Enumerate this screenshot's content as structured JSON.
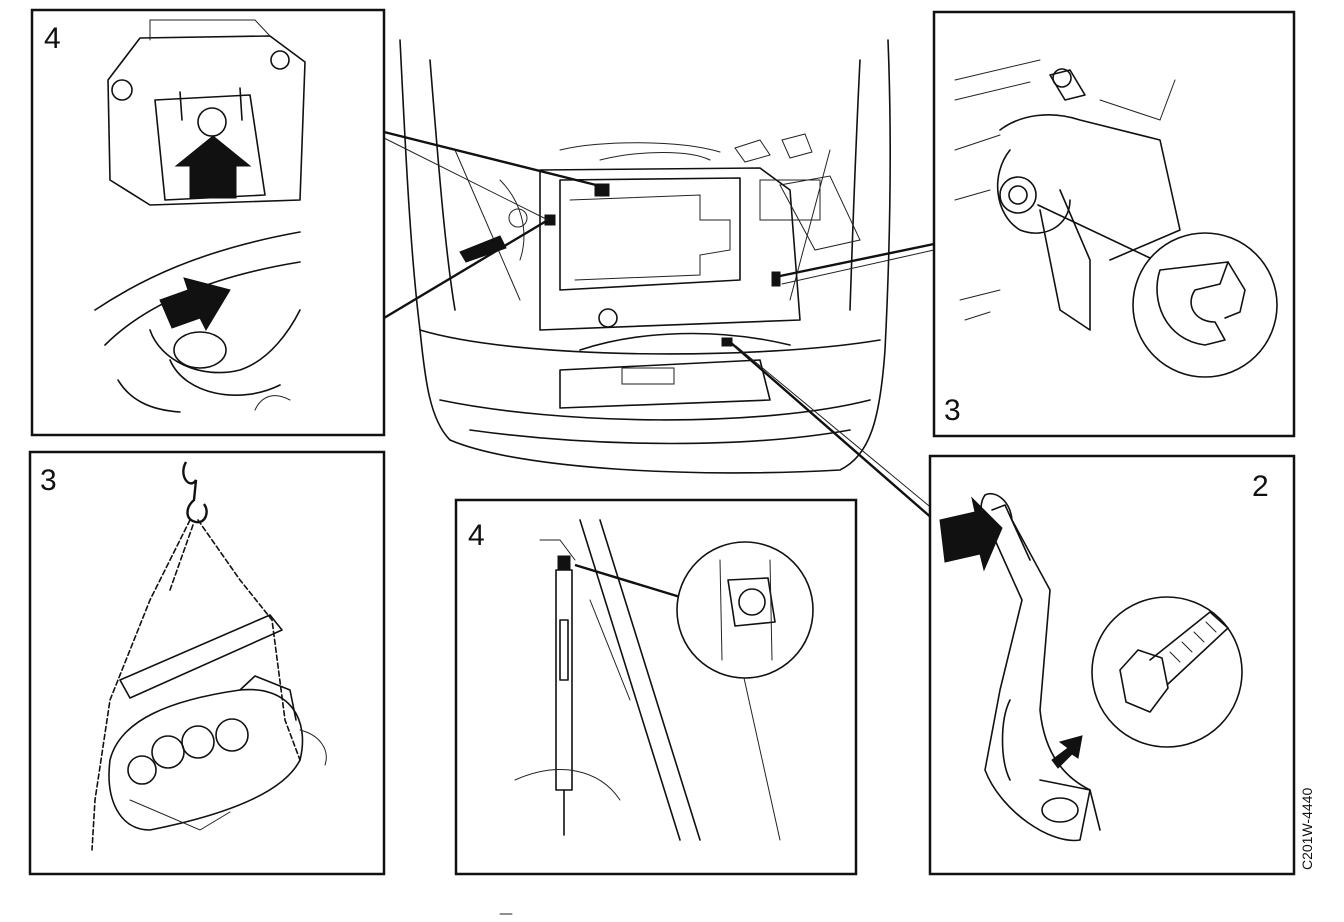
{
  "panels": {
    "top_left": {
      "number": "4"
    },
    "top_right": {
      "number": "3"
    },
    "bottom_left": {
      "number": "3"
    },
    "bottom_center": {
      "number": "4"
    },
    "bottom_right": {
      "number": "2"
    }
  },
  "figure_code": "C201W-4440",
  "icons": {
    "arrows": "solid-pointer-arrow-icon",
    "markers": "square-location-marker-icon"
  },
  "colors": {
    "ink": "#111111",
    "paper": "#ffffff"
  }
}
